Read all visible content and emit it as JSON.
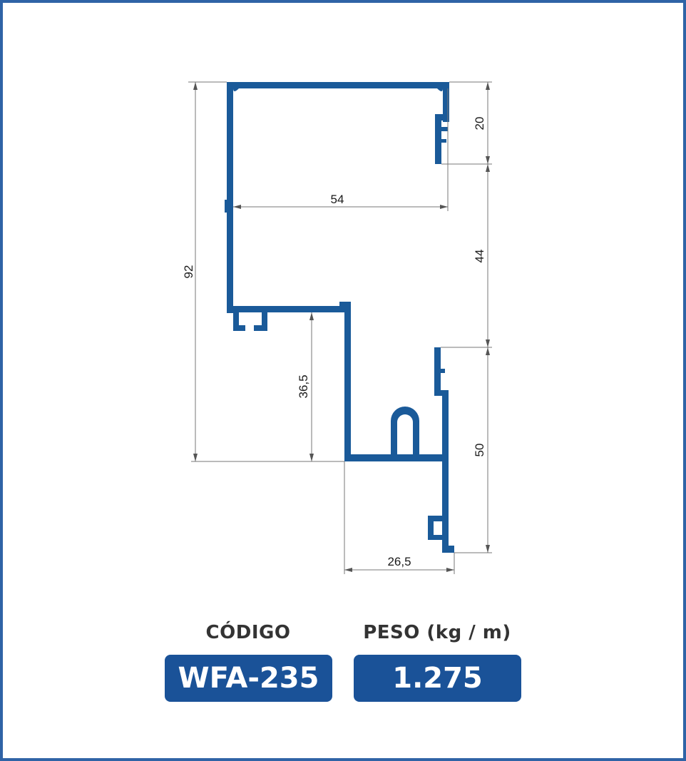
{
  "colors": {
    "profile": "#1a5a99",
    "border": "#2f63a6",
    "badge": "#1a5298",
    "dimension_line": "#777777"
  },
  "dimensions": {
    "total_height": "92",
    "top_width": "54",
    "right_top": "20",
    "right_middle": "44",
    "right_bottom": "50",
    "step_height": "36,5",
    "bottom_width": "26,5"
  },
  "info": {
    "code_label": "CÓDIGO",
    "code_value": "WFA-235",
    "weight_label": "PESO (kg / m)",
    "weight_value": "1.275"
  }
}
